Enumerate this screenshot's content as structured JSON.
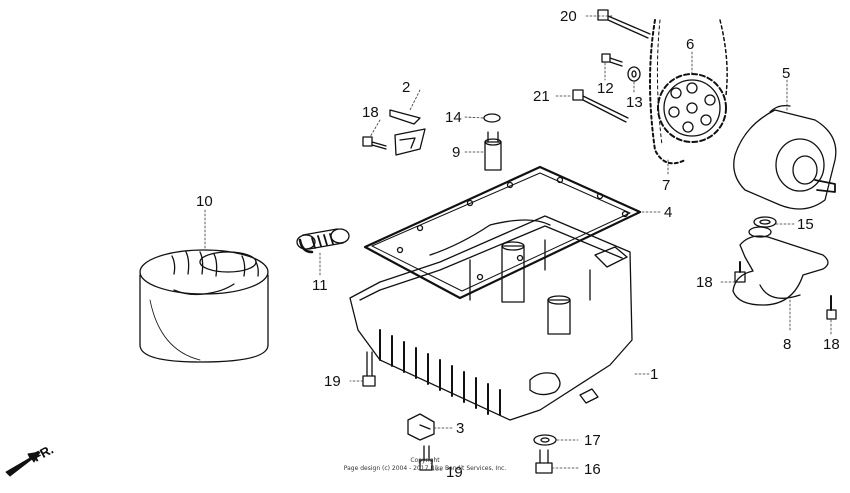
{
  "diagram": {
    "callouts": [
      {
        "id": "c1",
        "label": "1"
      },
      {
        "id": "c2",
        "label": "2"
      },
      {
        "id": "c3",
        "label": "3"
      },
      {
        "id": "c4",
        "label": "4"
      },
      {
        "id": "c5",
        "label": "5"
      },
      {
        "id": "c6",
        "label": "6"
      },
      {
        "id": "c7",
        "label": "7"
      },
      {
        "id": "c8",
        "label": "8"
      },
      {
        "id": "c9",
        "label": "9"
      },
      {
        "id": "c10",
        "label": "10"
      },
      {
        "id": "c11",
        "label": "11"
      },
      {
        "id": "c12",
        "label": "12"
      },
      {
        "id": "c13",
        "label": "13"
      },
      {
        "id": "c14",
        "label": "14"
      },
      {
        "id": "c15",
        "label": "15"
      },
      {
        "id": "c16",
        "label": "16"
      },
      {
        "id": "c17",
        "label": "17"
      },
      {
        "id": "c18a",
        "label": "18"
      },
      {
        "id": "c18b",
        "label": "18"
      },
      {
        "id": "c18c",
        "label": "18"
      },
      {
        "id": "c19a",
        "label": "19"
      },
      {
        "id": "c19b",
        "label": "19"
      },
      {
        "id": "c20",
        "label": "20"
      },
      {
        "id": "c21",
        "label": "21"
      }
    ],
    "front_arrow_label": "FR.",
    "footer": {
      "line1": "Copyright",
      "line2": "Page design (c) 2004 - 2017 Bike Bandit Services, Inc."
    }
  }
}
